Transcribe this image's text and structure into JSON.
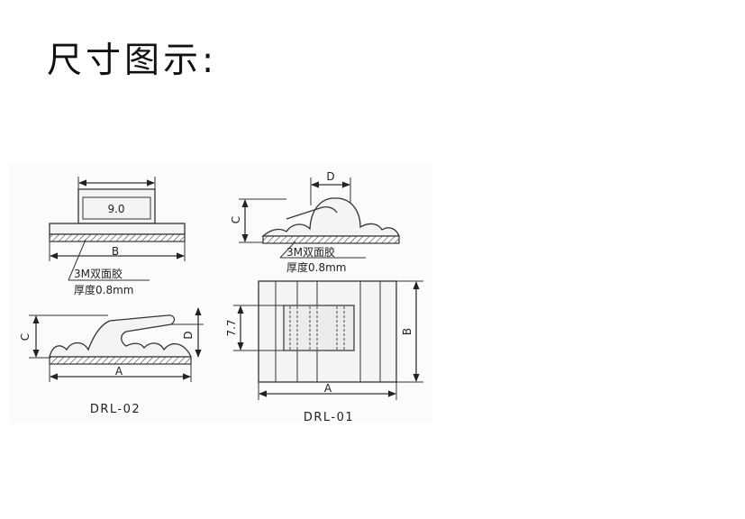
{
  "title": "尺寸图示:",
  "tape_label": "3M双面胶",
  "thickness_label": "厚度0.8mm",
  "dim": {
    "width_value": "9.0",
    "height_value": "7.7",
    "A": "A",
    "B": "B",
    "C": "C",
    "D": "D"
  },
  "models": {
    "left": "DRL-02",
    "right": "DRL-01"
  }
}
